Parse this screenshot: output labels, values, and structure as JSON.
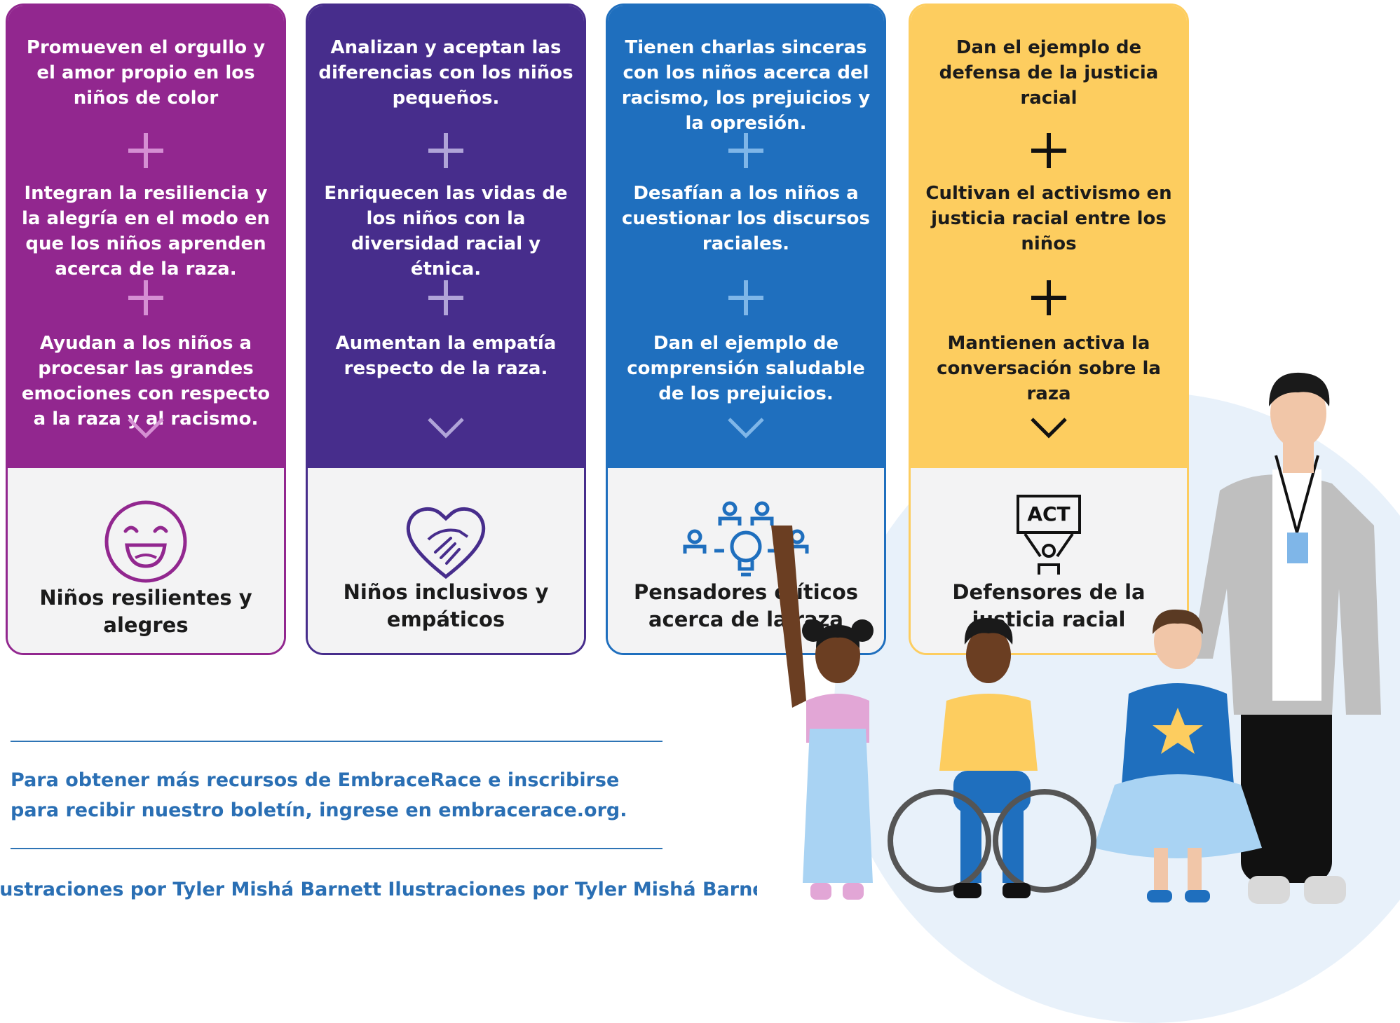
{
  "colors": {
    "purple": "#92278f",
    "indigo": "#472d8c",
    "blue": "#1f6fbe",
    "yellow": "#fdcd5f",
    "footer_blue": "#2a6fb4"
  },
  "columns": [
    {
      "statements": [
        "Promueven el orgullo y el amor propio en los niños de color",
        "Integran la resiliencia y la alegría en el modo en que los niños aprenden acerca de la raza.",
        "Ayudan a los niños a procesar las grandes emociones con respecto a la raza y al racismo."
      ],
      "outcome_icon": "smiling-face-icon",
      "outcome": "Niños resilientes y alegres"
    },
    {
      "statements": [
        "Analizan y aceptan las diferencias con los niños pequeños.",
        "Enriquecen las vidas de los niños con la diversidad racial y étnica.",
        "Aumentan la empatía respecto de la raza."
      ],
      "outcome_icon": "heart-hands-icon",
      "outcome": "Niños inclusivos y empáticos"
    },
    {
      "statements": [
        "Tienen charlas sinceras con los niños acerca del racismo, los prejuicios y la opresión.",
        "Desafían a los niños a cuestionar los discursos raciales.",
        "Dan el ejemplo de comprensión saludable de los prejuicios."
      ],
      "outcome_icon": "people-lightbulb-icon",
      "outcome": "Pensadores críticos acerca de la raza"
    },
    {
      "statements": [
        "Dan el ejemplo de defensa de la justicia racial",
        "Cultivan el activismo en justicia racial entre los niños",
        "Mantienen activa la conversación sobre la raza"
      ],
      "outcome_icon": "protest-sign-icon",
      "outcome_sign": "ACT",
      "outcome": "Defensores de la justicia racial"
    }
  ],
  "footer": {
    "line1": "Para obtener más recursos de EmbraceRace e inscribirse",
    "line2": "para recibir nuestro boletín, ingrese en embracerace.org.",
    "credit": "lustraciones por Tyler Mishá Barnett Ilustraciones por Tyler Mishá Barnett"
  }
}
